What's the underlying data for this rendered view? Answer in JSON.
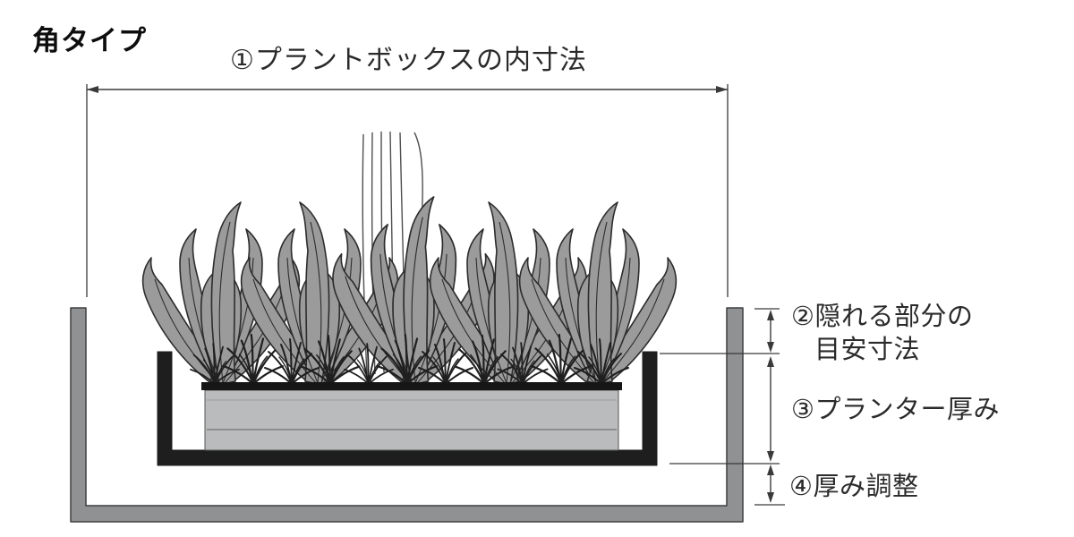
{
  "heading": {
    "text": "角タイプ"
  },
  "diagram": {
    "title": "①プラントボックスの内寸法",
    "labels": {
      "hidden_part": {
        "line1": "②隠れる部分の",
        "line2": "目安寸法"
      },
      "planter_thickness": {
        "text": "③プランター厚み"
      },
      "thickness_adjustment": {
        "text": "④厚み調整"
      }
    },
    "colors": {
      "background": "#ffffff",
      "plant_box_gray": "#8f9193",
      "frame_black": "#1e1e1e",
      "planter_body": "#b9bbbd",
      "planter_rim": "#161616",
      "leaf_fill": "#9b9b9b",
      "leaf_outline": "#2c2c2c",
      "dimension_line": "#3a3a3a",
      "text": "#222222"
    }
  }
}
